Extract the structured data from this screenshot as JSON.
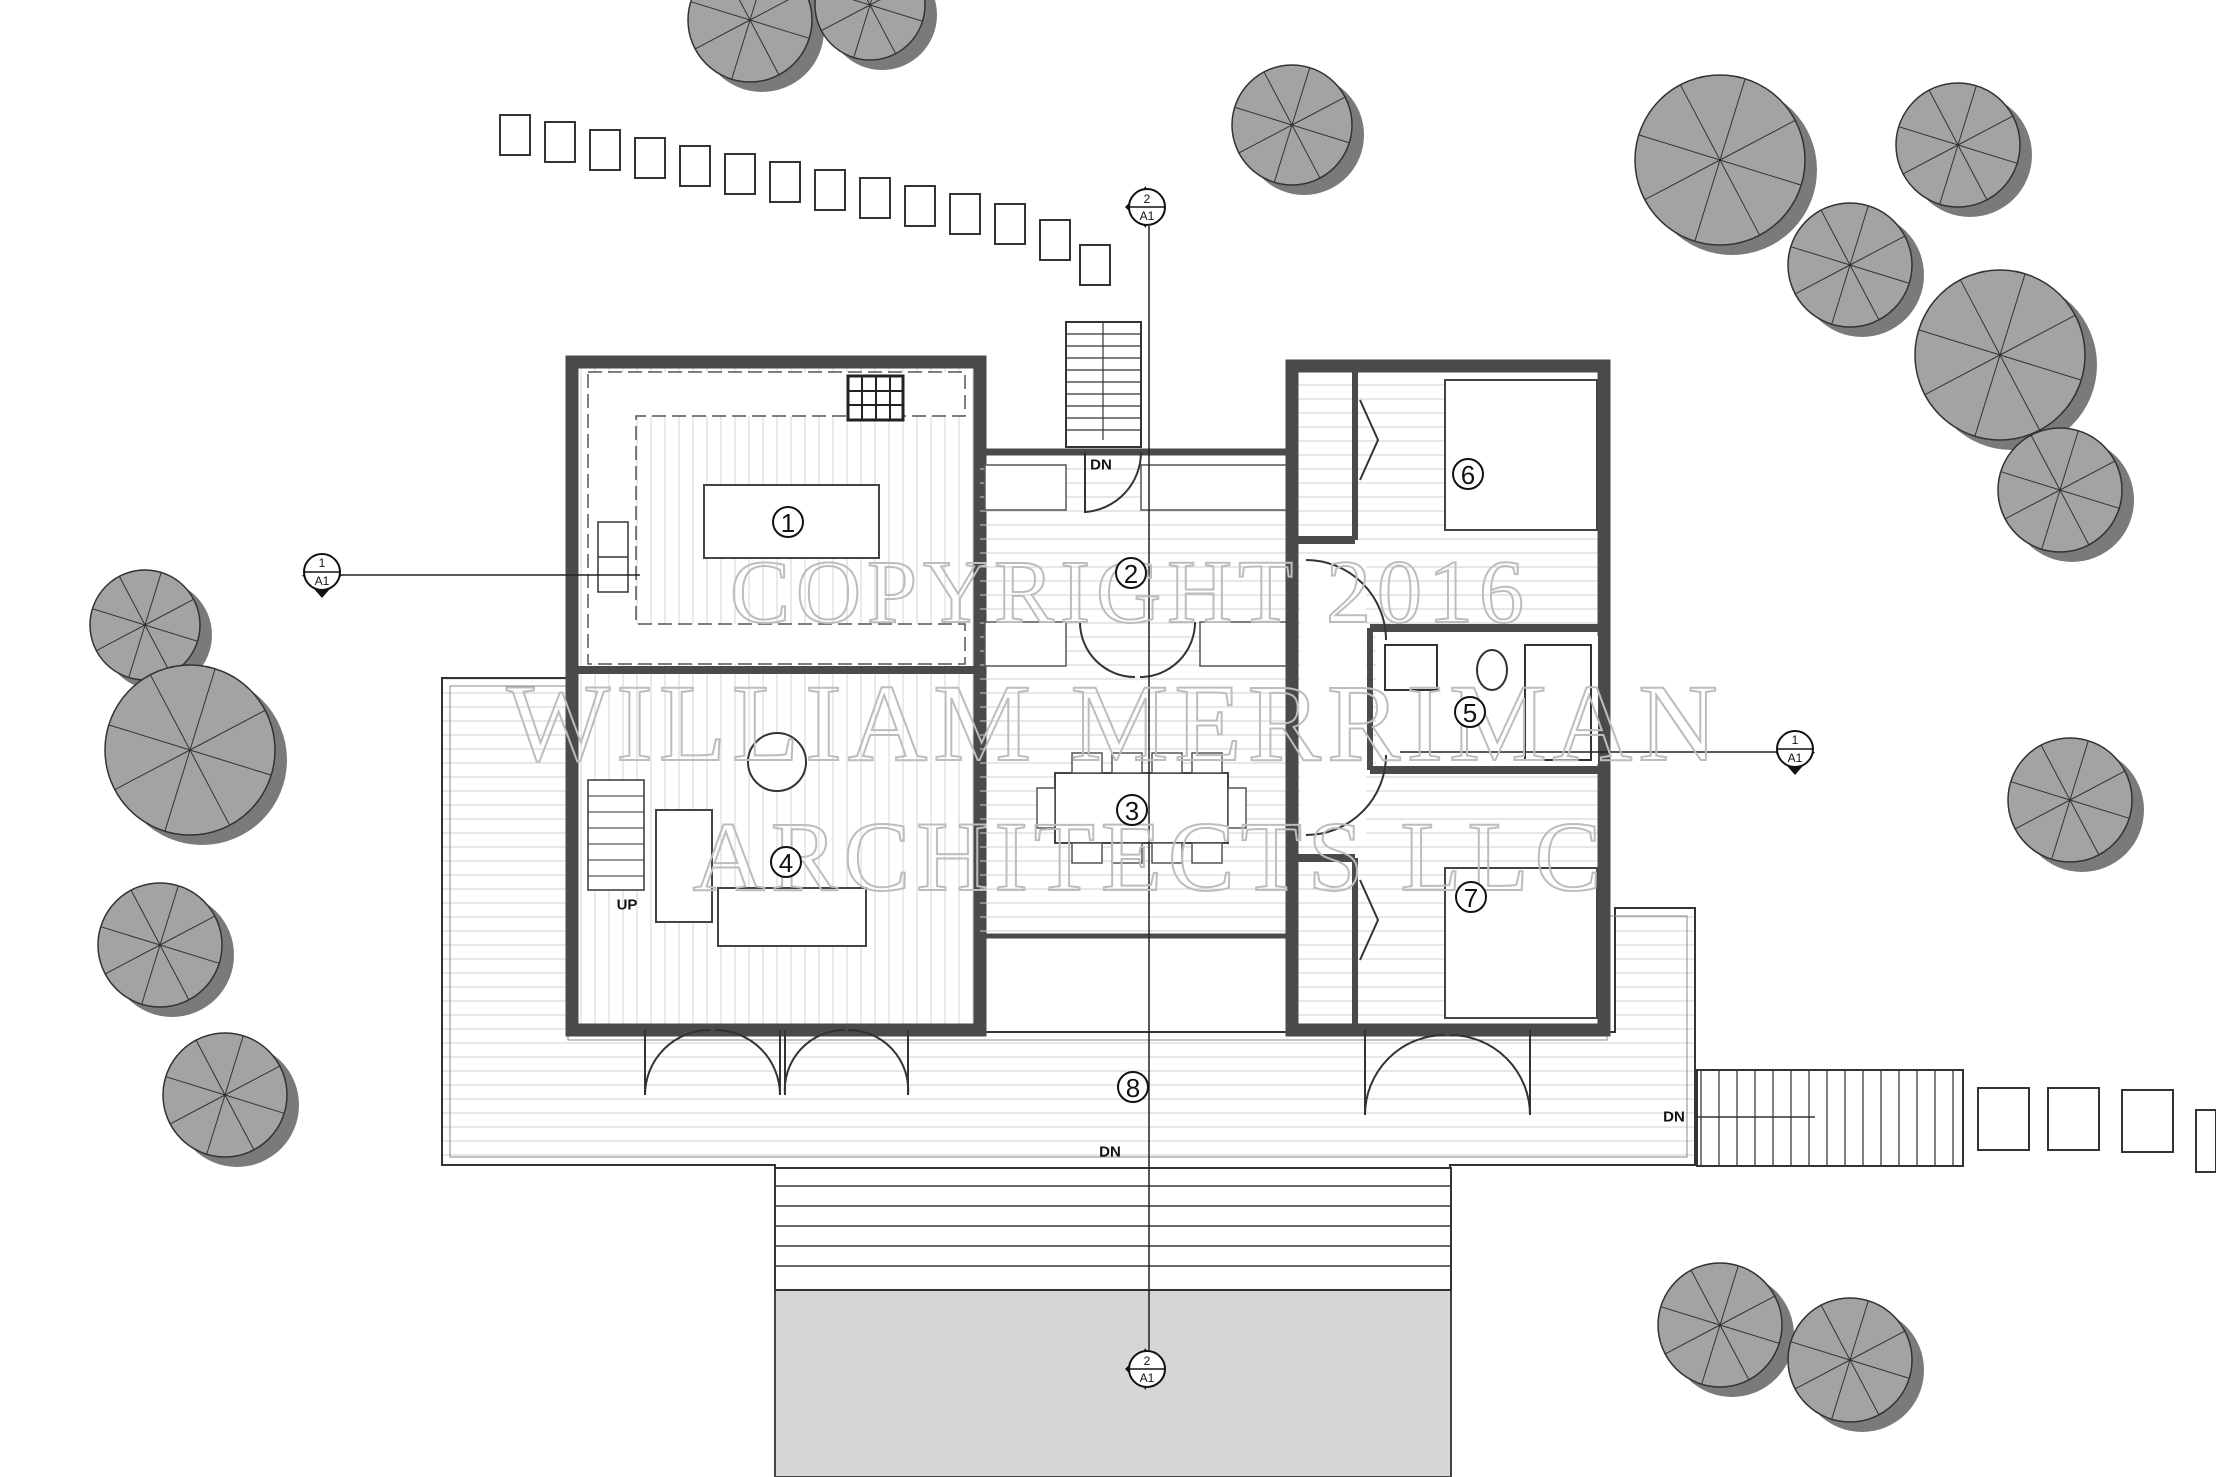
{
  "rooms": [
    {
      "number": "1"
    },
    {
      "number": "2"
    },
    {
      "number": "3"
    },
    {
      "number": "4"
    },
    {
      "number": "5"
    },
    {
      "number": "6"
    },
    {
      "number": "7"
    },
    {
      "number": "8"
    }
  ],
  "stair_labels": {
    "north_stair": "DN",
    "front_deck": "DN",
    "east_stair": "DN",
    "interior_stair": "UP"
  },
  "section_markers": [
    {
      "number": "2",
      "sheet": "A1"
    },
    {
      "number": "2",
      "sheet": "A1"
    },
    {
      "number": "1",
      "sheet": "A1"
    },
    {
      "number": "1",
      "sheet": "A1"
    }
  ],
  "watermark": {
    "line1": "COPYRIGHT 2016",
    "line2": "WILLIAM MERRIMAN",
    "line3": "ARCHITECTS LLC"
  },
  "colors": {
    "wall": "#4a4a4a",
    "tree_fill": "#a3a3a3",
    "tree_shadow": "#7a7a7a",
    "path_fill": "#d6d6d6",
    "watermark": "#bdbdbd"
  }
}
